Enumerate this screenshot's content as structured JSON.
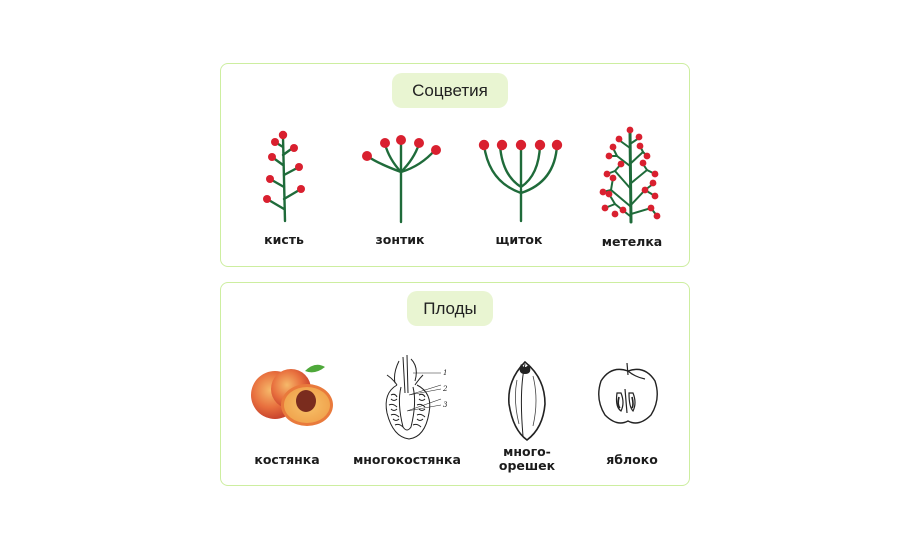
{
  "inflorescences": {
    "title": "Соцветия",
    "items": [
      {
        "label": "кисть"
      },
      {
        "label": "зонтик"
      },
      {
        "label": "щиток"
      },
      {
        "label": "метелка"
      }
    ]
  },
  "fruits": {
    "title": "Плоды",
    "items": [
      {
        "label": "костянка"
      },
      {
        "label": "многокостянка"
      },
      {
        "label": "много-\nорешек",
        "line1": "много-",
        "line2": "орешек"
      },
      {
        "label": "яблоко"
      }
    ],
    "diagram_numbers": [
      "1",
      "2",
      "3"
    ]
  },
  "colors": {
    "border": "#cdeea0",
    "pill": "#e9f5d2",
    "stem": "#1f6b3a",
    "flower": "#d9202f"
  }
}
